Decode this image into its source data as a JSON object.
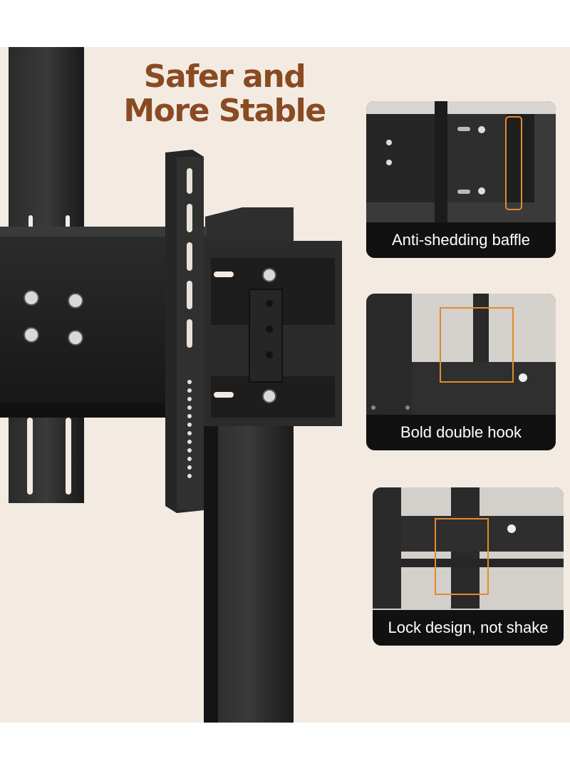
{
  "headline": {
    "line1": "Safer and",
    "line2": "More Stable"
  },
  "features": [
    {
      "caption": "Anti-shedding baffle"
    },
    {
      "caption": "Bold double hook"
    },
    {
      "caption": "Lock design, not shake"
    }
  ],
  "colors": {
    "page_background": "#f3ebe2",
    "headline": "#8a4a22",
    "highlight_frame": "#e48a2c",
    "metal": "#1f1f1f",
    "caption_bar": "#111111"
  }
}
